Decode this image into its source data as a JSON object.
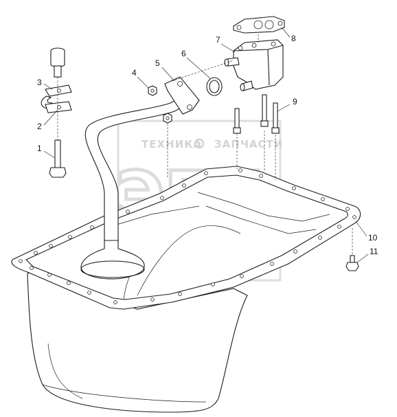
{
  "watermark": {
    "text_left": "ТЕХНИКА",
    "text_right": "ЗАПЧАСТИ",
    "emblem": "ЭПФ",
    "gear_icon": "gear-icon"
  },
  "callouts": [
    {
      "id": "1",
      "label": "1"
    },
    {
      "id": "2",
      "label": "2"
    },
    {
      "id": "3",
      "label": "3"
    },
    {
      "id": "4",
      "label": "4"
    },
    {
      "id": "5",
      "label": "5"
    },
    {
      "id": "6",
      "label": "6"
    },
    {
      "id": "7",
      "label": "7"
    },
    {
      "id": "8",
      "label": "8"
    },
    {
      "id": "9",
      "label": "9"
    },
    {
      "id": "10",
      "label": "10"
    },
    {
      "id": "11",
      "label": "11"
    }
  ]
}
